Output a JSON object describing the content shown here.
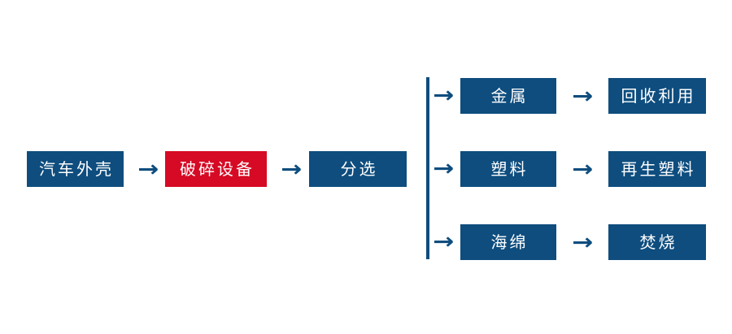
{
  "diagram": {
    "title": "",
    "colors": {
      "node_blue": "#0e4d7e",
      "node_red": "#d60a24",
      "text": "#ffffff",
      "connector": "#0e4d7e",
      "background": "#ffffff"
    },
    "arrow_glyph": "→",
    "main_chain": [
      {
        "id": "car-shell",
        "label": "汽车外壳",
        "color": "blue"
      },
      {
        "id": "crusher",
        "label": "破碎设备",
        "color": "red"
      },
      {
        "id": "sorting",
        "label": "分选",
        "color": "blue"
      }
    ],
    "branches": [
      {
        "id": "metal",
        "material": {
          "label": "金属",
          "color": "blue"
        },
        "outcome": {
          "label": "回收利用",
          "color": "blue"
        }
      },
      {
        "id": "plastic",
        "material": {
          "label": "塑料",
          "color": "blue"
        },
        "outcome": {
          "label": "再生塑料",
          "color": "blue"
        }
      },
      {
        "id": "sponge",
        "material": {
          "label": "海绵",
          "color": "blue"
        },
        "outcome": {
          "label": "焚烧",
          "color": "blue"
        }
      }
    ]
  }
}
